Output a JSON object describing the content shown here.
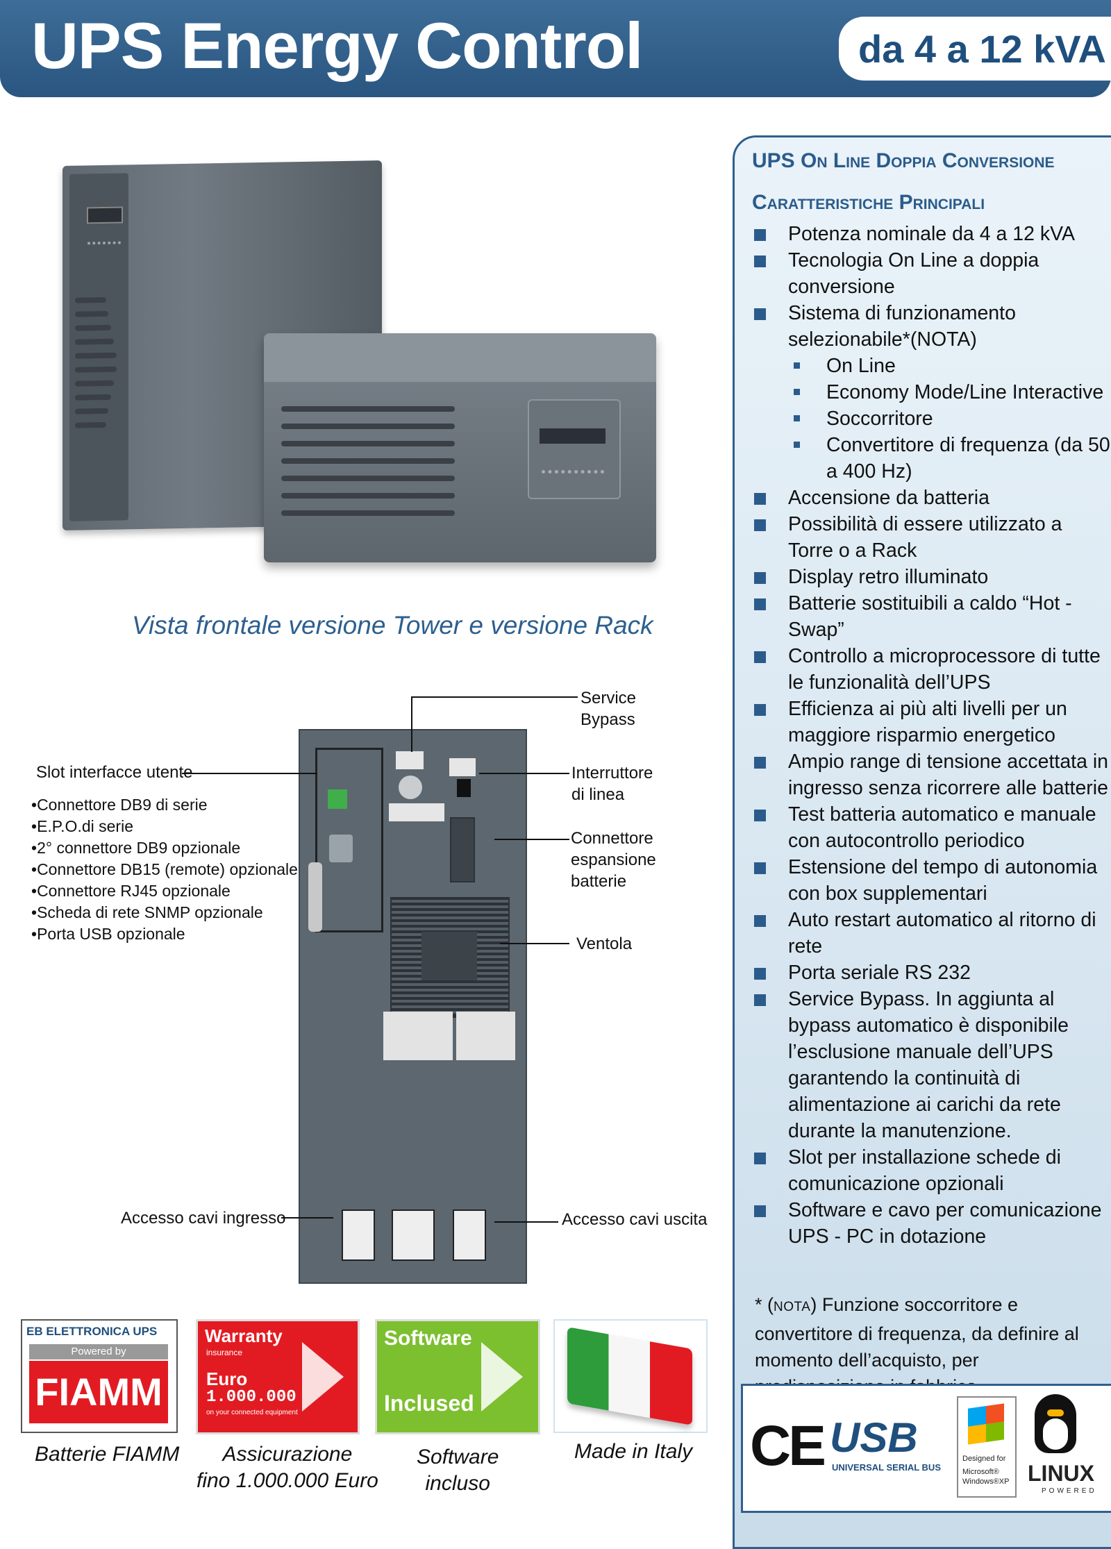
{
  "header": {
    "title": "UPS Energy Control",
    "range": "da 4 a 12 kVA"
  },
  "photo": {
    "caption": "Vista frontale versione Tower e versione Rack"
  },
  "rear_panel": {
    "labels": {
      "service_bypass": "Service\nBypass",
      "slot_interfacce": "Slot interfacce utente",
      "interruttore": "Interruttore\ndi linea",
      "connettore_batterie": "Connettore\nespansione\nbatterie",
      "ventola": "Ventola",
      "cavi_ingresso": "Accesso cavi ingresso",
      "cavi_uscita": "Accesso cavi uscita"
    },
    "interface_items": [
      "Connettore DB9 di serie",
      "E.P.O.di serie",
      "2° connettore DB9 opzionale",
      "Connettore DB15 (remote) opzionale",
      "Connettore RJ45 opzionale",
      "Scheda di rete SNMP opzionale",
      "Porta USB opzionale"
    ]
  },
  "panel": {
    "title1": "UPS On Line Doppia Conversione",
    "title2": "Caratteristiche Principali",
    "features": [
      "Potenza nominale da 4 a 12 kVA",
      "Tecnologia On Line a doppia conversione",
      "Sistema di funzionamento selezionabile*(NOTA)",
      "On Line",
      "Economy Mode/Line Interactive",
      "Soccorritore",
      "Convertitore di frequenza (da 50 a 400 Hz)",
      "Accensione da batteria",
      "Possibilità di essere utilizzato a Torre o a Rack",
      "Display retro illuminato",
      "Batterie sostituibili a caldo “Hot - Swap”",
      "Controllo a microprocessore di tutte le funzionalità dell’UPS",
      "Efficienza ai più alti livelli per un maggiore risparmio energetico",
      "Ampio range di tensione accettata in ingresso senza ricorrere alle batterie",
      "Test batteria automatico e manuale con autocontrollo periodico",
      "Estensione del tempo di autonomia con box supplementari",
      "Auto restart automatico al ritorno di rete",
      "Porta seriale RS 232",
      "Service Bypass. In aggiunta al bypass automatico è disponibile l’esclusione manuale dell’UPS garantendo la continuità di alimentazione ai carichi da rete durante la manutenzione.",
      "Slot per installazione schede di comunicazione opzionali",
      "Software e cavo per comunicazione UPS - PC in dotazione"
    ],
    "note_prefix": "* (",
    "note_tag": "NOTA",
    "note_text": ") Funzione soccorritore e convertitore di frequenza, da definire al momento dell’acquisto, per predisposizione in fabbrica."
  },
  "badges": {
    "fiamm": {
      "top": "EB ELETTRONICA UPS",
      "powered": "Powered by",
      "brand": "FIAMM",
      "caption": "Batterie FIAMM"
    },
    "warranty": {
      "w": "Warranty",
      "sub": "insurance",
      "euro": "Euro",
      "amount": "1.000.000",
      "small": "on your connected equipment",
      "caption": "Assicurazione\nfino 1.000.000 Euro"
    },
    "software": {
      "line1": "Software",
      "line2": "Inclused",
      "caption": "Software\nincluso"
    },
    "italy": {
      "caption": "Made in Italy"
    }
  },
  "logos": {
    "ce": "CE",
    "usb": "USB",
    "usb_sub": "UNIVERSAL SERIAL BUS",
    "win_top": "Designed for",
    "win_bottom": "Microsoft® Windows®XP",
    "linux": "LINUX",
    "linux_sub": "POWERED"
  },
  "colors": {
    "header": "#2f5f8d",
    "accent": "#2b5b8a",
    "panel_bg": "#dbe8f2",
    "red": "#e21b22",
    "green": "#7cbf2f"
  }
}
